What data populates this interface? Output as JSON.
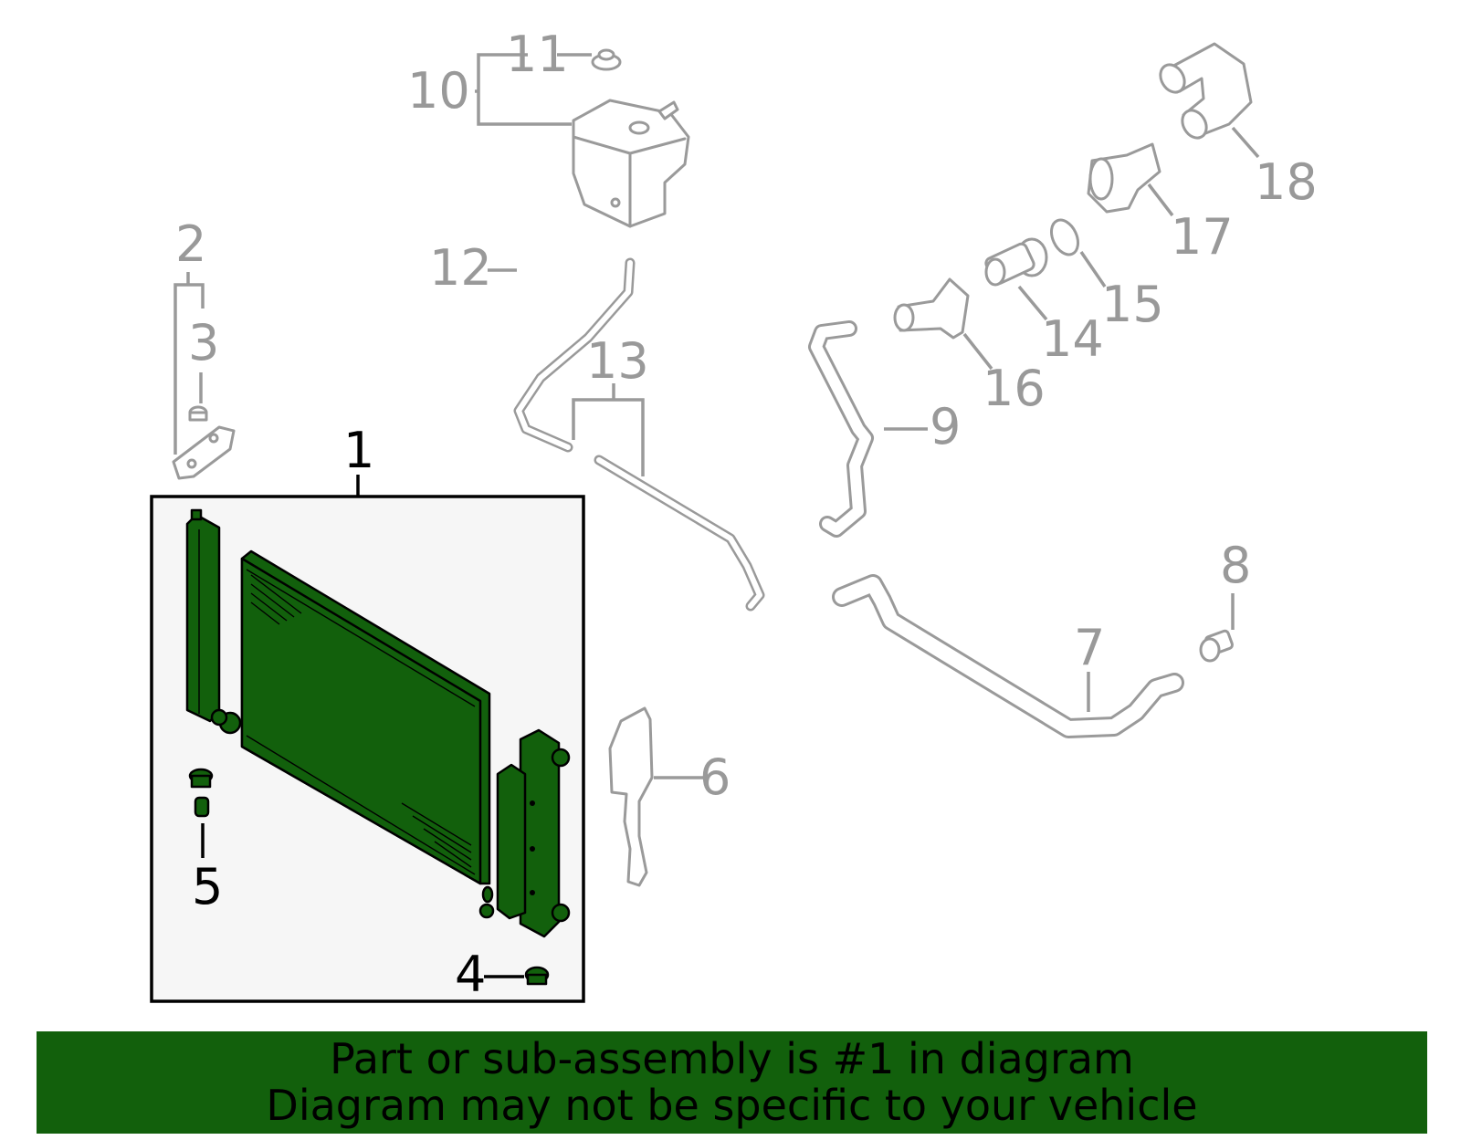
{
  "diagram": {
    "highlighted_part": "1",
    "callouts": {
      "c1": "1",
      "c2": "2",
      "c3": "3",
      "c4": "4",
      "c5": "5",
      "c6": "6",
      "c7": "7",
      "c8": "8",
      "c9": "9",
      "c10": "10",
      "c11": "11",
      "c12": "12",
      "c13": "13",
      "c14": "14",
      "c15": "15",
      "c16": "16",
      "c17": "17",
      "c18": "18"
    },
    "colors": {
      "highlight": "#12600c",
      "parts_gray": "#9a9a9a",
      "panel_background": "#f6f6f6",
      "banner_background": "#12600c"
    }
  },
  "banner": {
    "line1": "Part or sub-assembly is #1 in diagram",
    "line2": "Diagram may not be specific to your vehicle"
  }
}
